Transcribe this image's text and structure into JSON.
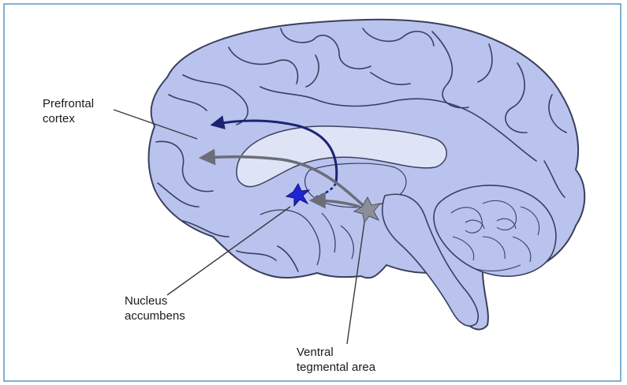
{
  "figure": {
    "labels": {
      "prefrontal_cortex": {
        "line1": "Prefrontal",
        "line2": "cortex"
      },
      "nucleus_accumbens": {
        "line1": "Nucleus",
        "line2": "accumbens"
      },
      "ventral_tegmental_area": {
        "line1": "Ventral",
        "line2": "tegmental area"
      }
    }
  },
  "colors": {
    "brain_fill": "#b9c3ee",
    "brain_outline": "#3a3f5c",
    "ventricle_fill": "#dfe3f6",
    "accumbens_neuron": "#1f24d6",
    "vta_neuron": "#8c8f98",
    "blue_pathway": "#1c2470",
    "gray_pathway": "#6b6d78",
    "frame_border": "#7fb0d6"
  }
}
